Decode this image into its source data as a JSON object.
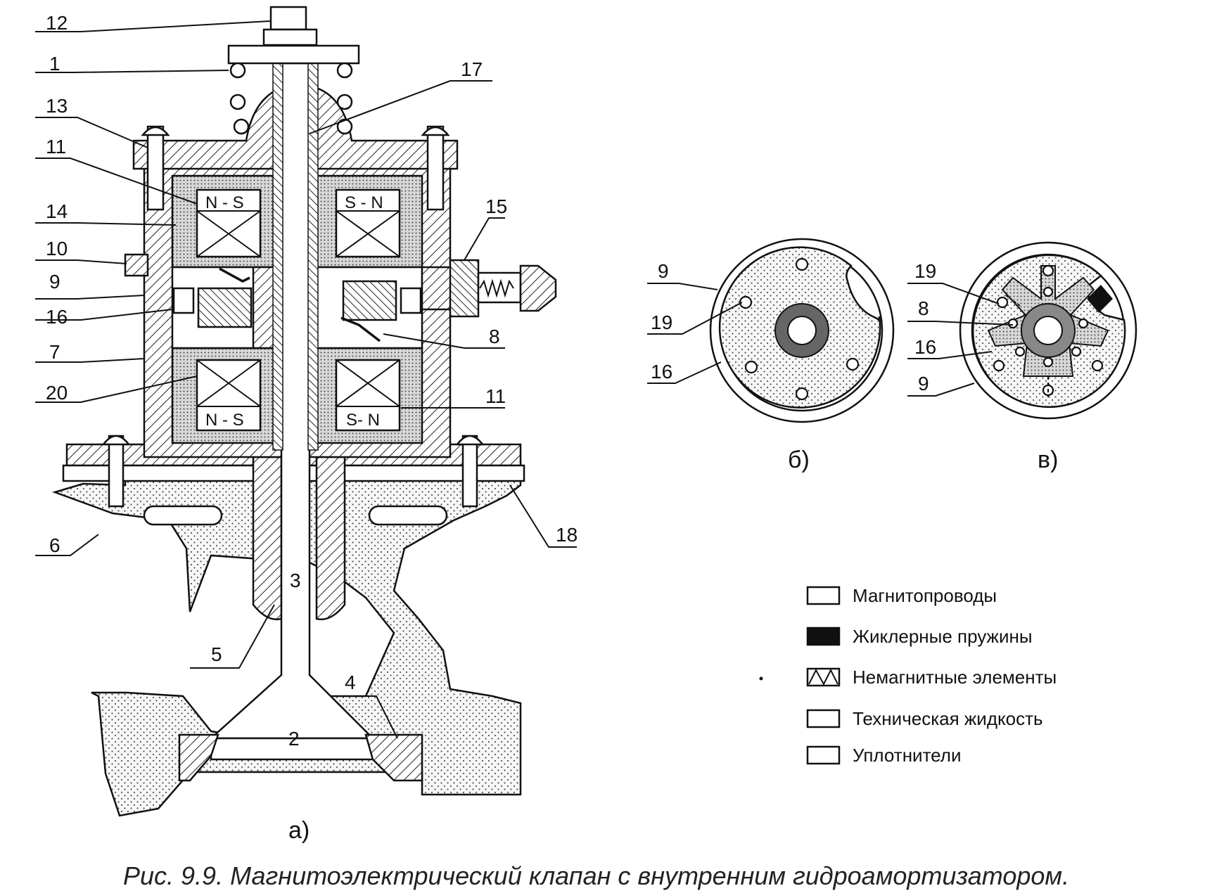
{
  "views": {
    "a": {
      "label": "а)",
      "coil_marks": [
        "N - S",
        "S - N",
        "N - S",
        "S- N"
      ],
      "inner_numbers": [
        "3",
        "2"
      ],
      "callouts": [
        "12",
        "1",
        "13",
        "11",
        "14",
        "10",
        "9",
        "16",
        "7",
        "20",
        "6",
        "5",
        "17",
        "15",
        "8",
        "11",
        "18",
        "4"
      ]
    },
    "b": {
      "label": "б)",
      "callouts": [
        "9",
        "19",
        "16"
      ]
    },
    "c": {
      "label": "в)",
      "callouts": [
        "19",
        "8",
        "16",
        "9"
      ]
    }
  },
  "legend": [
    {
      "swatch": "outline",
      "text": "Магнитопроводы"
    },
    {
      "swatch": "solid",
      "text": "Жиклерные пружины"
    },
    {
      "swatch": "zigzag",
      "text": "Немагнитные элементы"
    },
    {
      "swatch": "outline",
      "text": "Техническая жидкость"
    },
    {
      "swatch": "outline",
      "text": "Уплотнители"
    }
  ],
  "caption": "Рис. 9.9. Магнитоэлектрический клапан с внутренним гидроамортизатором."
}
